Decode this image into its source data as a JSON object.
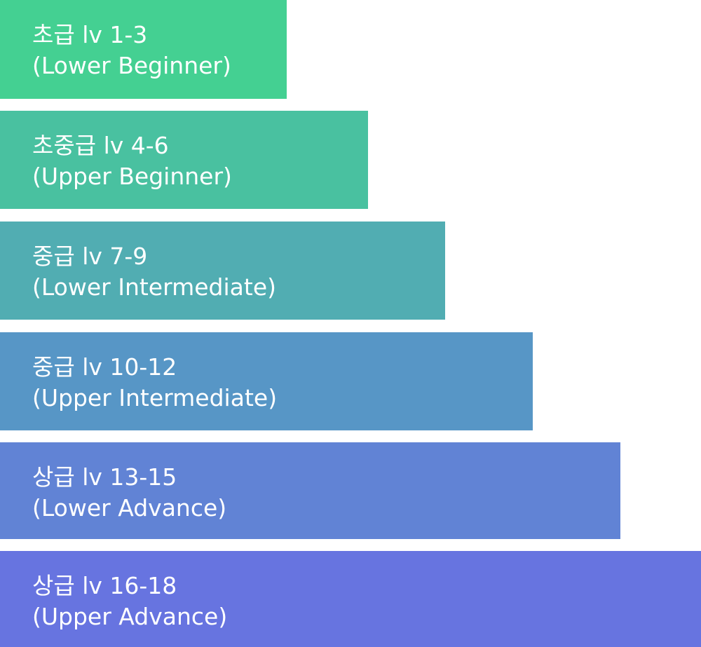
{
  "levels": [
    {
      "title": "초급 lv 1-3",
      "subtitle": "(Lower Beginner)"
    },
    {
      "title": "초중급 lv 4-6",
      "subtitle": "(Upper Beginner)"
    },
    {
      "title": "중급 lv 7-9",
      "subtitle": "(Lower Intermediate)"
    },
    {
      "title": "중급 lv 10-12",
      "subtitle": "(Upper Intermediate)"
    },
    {
      "title": "상급 lv 13-15",
      "subtitle": "(Lower Advance)"
    },
    {
      "title": "상급 lv 16-18",
      "subtitle": "(Upper Advance)"
    }
  ],
  "colors": [
    "#44d092",
    "#49c1a0",
    "#51adb2",
    "#5796c6",
    "#6183d5",
    "#6774e0"
  ]
}
